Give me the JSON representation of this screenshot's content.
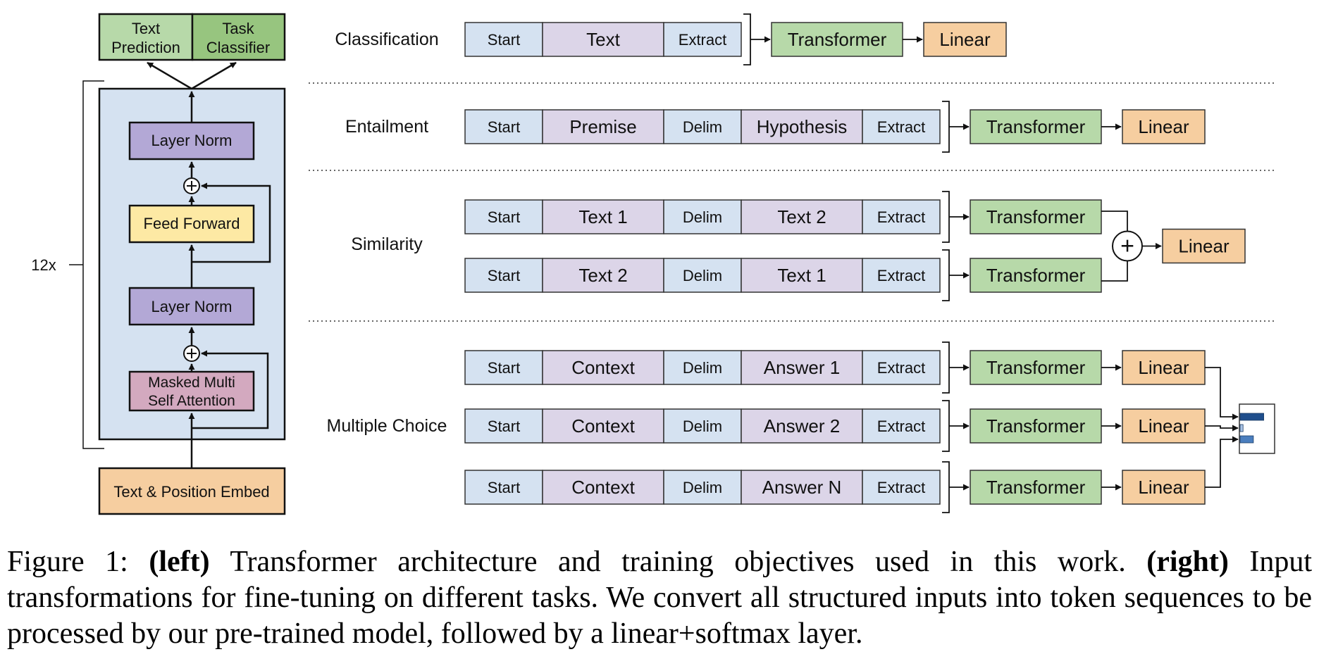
{
  "colors": {
    "token_blue": "#d5e2f1",
    "token_purple": "#dcd5e8",
    "transformer_green": "#b7d9a9",
    "linear_orange": "#f6cea0",
    "block_bg": "#d5e2f1",
    "layer_norm": "#b3a8d6",
    "feed_forward": "#fde9a4",
    "attention": "#d3a9bf",
    "embed": "#f6cea0",
    "text_prediction": "#b7d9a9",
    "task_classifier": "#97c57f",
    "softmax_dark": "#1f4e8c",
    "softmax_mid": "#4a7ebe",
    "softmax_light": "#a9c4e6"
  },
  "left": {
    "heads": [
      "Text\nPrediction",
      "Task\nClassifier"
    ],
    "layer_norm_top": "Layer Norm",
    "feed_forward": "Feed Forward",
    "layer_norm_bottom": "Layer Norm",
    "attention": "Masked Multi\nSelf Attention",
    "embed": "Text & Position Embed",
    "repeat": "12x"
  },
  "tasks": [
    {
      "label": "Classification",
      "rows": [
        {
          "tokens": [
            "Start",
            "Text",
            "Extract"
          ]
        }
      ]
    },
    {
      "label": "Entailment",
      "rows": [
        {
          "tokens": [
            "Start",
            "Premise",
            "Delim",
            "Hypothesis",
            "Extract"
          ]
        }
      ]
    },
    {
      "label": "Similarity",
      "rows": [
        {
          "tokens": [
            "Start",
            "Text 1",
            "Delim",
            "Text 2",
            "Extract"
          ]
        },
        {
          "tokens": [
            "Start",
            "Text 2",
            "Delim",
            "Text 1",
            "Extract"
          ]
        }
      ]
    },
    {
      "label": "Multiple Choice",
      "rows": [
        {
          "tokens": [
            "Start",
            "Context",
            "Delim",
            "Answer 1",
            "Extract"
          ]
        },
        {
          "tokens": [
            "Start",
            "Context",
            "Delim",
            "Answer 2",
            "Extract"
          ]
        },
        {
          "tokens": [
            "Start",
            "Context",
            "Delim",
            "Answer N",
            "Extract"
          ]
        }
      ]
    }
  ],
  "transformer_label": "Transformer",
  "linear_label": "Linear",
  "plus_symbol": "+",
  "softmax_values": [
    0.8,
    0.1,
    0.45
  ],
  "caption": {
    "prefix": "Figure 1: ",
    "left_tag": "(left)",
    "part1": " Transformer architecture and training objectives used in this work. ",
    "right_tag": "(right)",
    "part2": " Input transformations for fine-tuning on different tasks. We convert all structured inputs into token sequences to be processed by our pre-trained model, followed by a linear+softmax layer."
  }
}
